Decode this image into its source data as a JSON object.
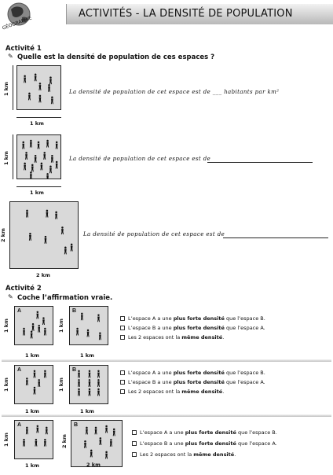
{
  "header": {
    "title": "ACTIVITÉS  - LA DENSITÉ DE POPULATION",
    "logo_text": "GÉOGRAPHIE"
  },
  "activity1": {
    "heading": "Activité 1",
    "question": "Quelle est la densité de population de ces espaces ?",
    "rows": [
      {
        "width_label": "1 km",
        "height_label": "1 km",
        "sentence": "La densité de population de cet espace est de ___ habitants par km²"
      },
      {
        "width_label": "1 km",
        "height_label": "1 km",
        "sentence": "La densité de population de cet espace est de"
      },
      {
        "width_label": "2 km",
        "height_label": "2 km",
        "sentence": "La densité de population de cet espace est de"
      }
    ]
  },
  "activity2": {
    "heading": "Activité 2",
    "question": "Coche l’affirmation vraie.",
    "groups": [
      {
        "a_label": "A",
        "b_label": "B",
        "a_w": "1 km",
        "a_h": "1 km",
        "b_w": "1 km",
        "b_h": "1 km"
      },
      {
        "a_label": "A",
        "b_label": "B",
        "a_w": "1 km",
        "a_h": "1 km",
        "b_w": "1 km",
        "b_h": "1 km"
      },
      {
        "a_label": "A",
        "b_label": "B",
        "a_w": "1 km",
        "a_h": "1 km",
        "b_w": "2 km",
        "b_h": "2 km"
      }
    ],
    "options": {
      "a_pre": "L’espace A a une ",
      "b_pre": "L’espace B a une ",
      "plus": "plus forte densité",
      "a_post": " que l’espace B.",
      "b_post": " que l’espace A.",
      "same_pre": "Les 2 espaces ont la ",
      "same": "même densité",
      "same_post": "."
    }
  }
}
